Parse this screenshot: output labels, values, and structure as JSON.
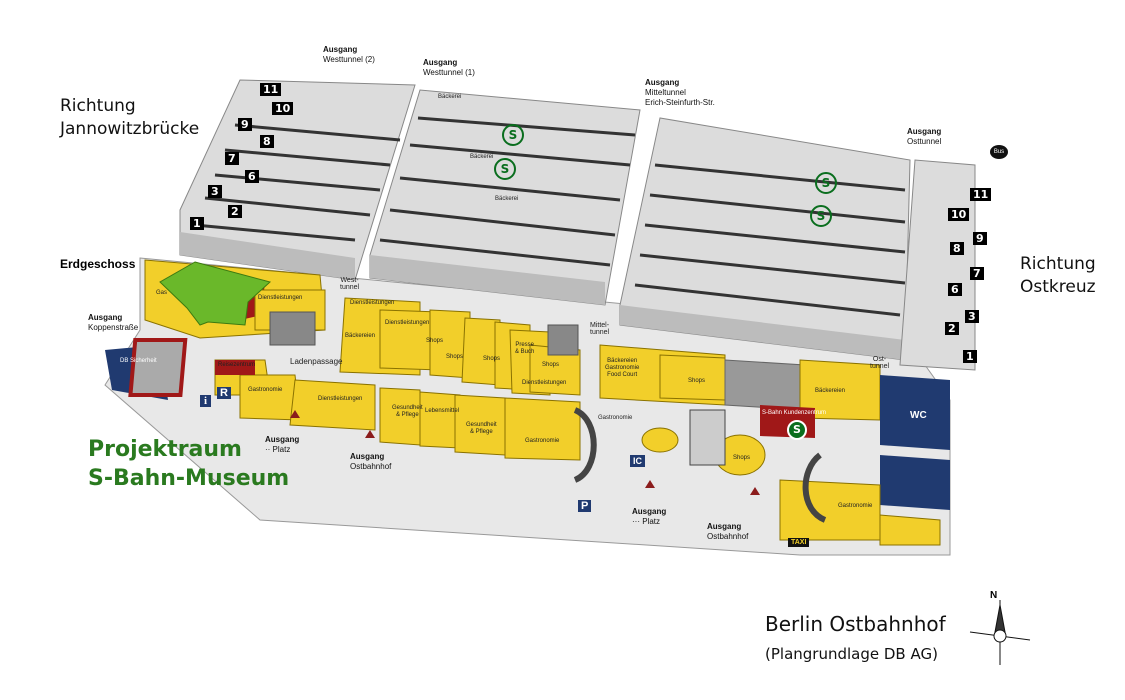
{
  "labels": {
    "left_direction": [
      "Richtung",
      "Jannowitzbrücke"
    ],
    "right_direction": [
      "Richtung",
      "Ostkreuz"
    ],
    "ground_floor": "Erdgeschoss",
    "project_room": [
      "Projektraum",
      "S-Bahn-Museum"
    ],
    "title": "Berlin Ostbahnhof",
    "subtitle": "(Plangrundlage DB AG)",
    "compass_n": "N"
  },
  "exits": [
    {
      "title": "Ausgang",
      "sub": "Westtunnel (2)"
    },
    {
      "title": "Ausgang",
      "sub": "Westtunnel (1)"
    },
    {
      "title": "Ausgang",
      "sub": "Mitteltunnel",
      "sub2": "Erich-Steinfurth-Str."
    },
    {
      "title": "Ausgang",
      "sub": "Osttunnel"
    },
    {
      "title": "Ausgang",
      "sub": "Koppenstraße"
    },
    {
      "title": "Ausgang",
      "sub": "·· Platz"
    },
    {
      "title": "Ausgang",
      "sub": "Ostbahnhof"
    },
    {
      "title": "Ausgang",
      "sub": "··· Platz"
    },
    {
      "title": "Ausgang",
      "sub": "Ostbahnhof"
    }
  ],
  "passages": {
    "west": [
      "West-",
      "tunnel"
    ],
    "mid": [
      "Mittel-",
      "tunnel"
    ],
    "east": [
      "Ost-",
      "tunnel"
    ],
    "ladenpassage": "Ladenpassage"
  },
  "shops": {
    "dienstleistungen": "Dienstleistungen",
    "baeckereien": "Bäckereien",
    "shops": "Shops",
    "presse": [
      "Presse",
      "& Buch"
    ],
    "gesundheit": [
      "Gesundheit",
      "& Pflege"
    ],
    "lebensmittel": "Lebensmittel",
    "gastronomie": "Gastronomie",
    "food_court": [
      "Bäckereien",
      "Gastronomie",
      "Food Court"
    ],
    "db_sicherheit": "DB Sicherheit",
    "reisezentrum": "Reisezentrum",
    "kundenzentrum": "S-Bahn Kundenzentrum",
    "baeckerei": "Bäckerei",
    "gas": "Gas"
  },
  "icons": {
    "wc": "WC",
    "bus": "Bus",
    "taxi": "TAXI",
    "ic": "IC",
    "p": "P",
    "r": "R",
    "i": "i",
    "s": "S"
  },
  "platforms_left": [
    "1",
    "2",
    "3",
    "6",
    "7",
    "8",
    "9",
    "10",
    "11"
  ],
  "platforms_right": [
    "1",
    "2",
    "3",
    "6",
    "7",
    "8",
    "9",
    "10",
    "11"
  ]
}
